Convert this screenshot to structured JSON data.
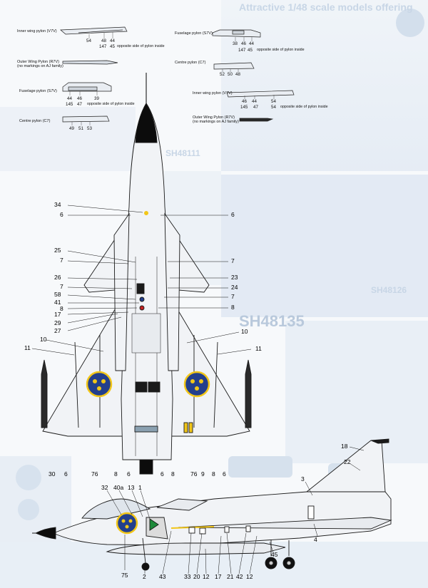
{
  "background_print": {
    "header_line": "Attractive 1/48 scale models offering",
    "right_panel_code": "SH48135",
    "left_code_1": "SH48111",
    "left_code_2": "SH48126"
  },
  "pylons": [
    {
      "title": "Inner wing pylon (V7V)",
      "note": "",
      "top_numbers": [
        "54",
        "48",
        "44"
      ],
      "bottom_numbers": [
        "147",
        "45"
      ],
      "side_note": "opposite side of pylon inside"
    },
    {
      "title": "Fuselage pylon (S7V)",
      "note": "",
      "top_numbers": [
        "38",
        "46",
        "44"
      ],
      "bottom_numbers": [
        "147",
        "45"
      ],
      "side_note": "opposite side of pylon inside"
    },
    {
      "title": "Outer Wing Pylon (R7V)",
      "note": "(no markings on AJ family)",
      "top_numbers": [],
      "bottom_numbers": [],
      "side_note": ""
    },
    {
      "title": "Centre pylon (C7)",
      "note": "",
      "top_numbers": [
        "52",
        "50",
        "48"
      ],
      "bottom_numbers": [],
      "side_note": ""
    },
    {
      "title": "Fuselage pylon (S7V)",
      "note": "",
      "top_numbers": [
        "44",
        "46",
        "39"
      ],
      "bottom_numbers": [
        "145",
        "47"
      ],
      "side_note": "opposite side of pylon inside"
    },
    {
      "title": "Inner wing pylon (V7V)",
      "note": "",
      "top_numbers": [
        "46",
        "44",
        "54"
      ],
      "bottom_numbers": [
        "145",
        "47",
        "54"
      ],
      "side_note": "opposite side of pylon inside"
    },
    {
      "title": "Centre pylon (C7)",
      "note": "",
      "top_numbers": [
        "49",
        "51",
        "53"
      ],
      "bottom_numbers": [],
      "side_note": ""
    },
    {
      "title": "Outer Wing Pylon (R7V)",
      "note": "(no markings on AJ family)",
      "top_numbers": [],
      "bottom_numbers": [],
      "side_note": ""
    }
  ],
  "plan_labels": {
    "left": [
      "34",
      "6",
      "25",
      "7",
      "26",
      "7",
      "58",
      "41",
      "8",
      "17",
      "29",
      "27",
      "10",
      "11"
    ],
    "right": [
      "6",
      "7",
      "23",
      "24",
      "7",
      "8",
      "10",
      "11"
    ],
    "bottom": [
      "30",
      "6",
      "76",
      "8",
      "6",
      "6",
      "8",
      "76",
      "9",
      "8",
      "6"
    ]
  },
  "side_labels": {
    "top": [
      "32",
      "40a",
      "13",
      "1",
      "18",
      "22",
      "3",
      "4",
      "45"
    ],
    "bottom": [
      "75",
      "2",
      "43",
      "33",
      "20",
      "12",
      "17",
      "21",
      "42",
      "12"
    ]
  },
  "colors": {
    "aircraft_fill": "#f1f3f6",
    "outline": "#1a1a1a",
    "roundel_blue": "#233f8c",
    "roundel_yellow": "#f2c618",
    "nose_black": "#0c0c0c",
    "background_blue": "#e2ebf4"
  }
}
